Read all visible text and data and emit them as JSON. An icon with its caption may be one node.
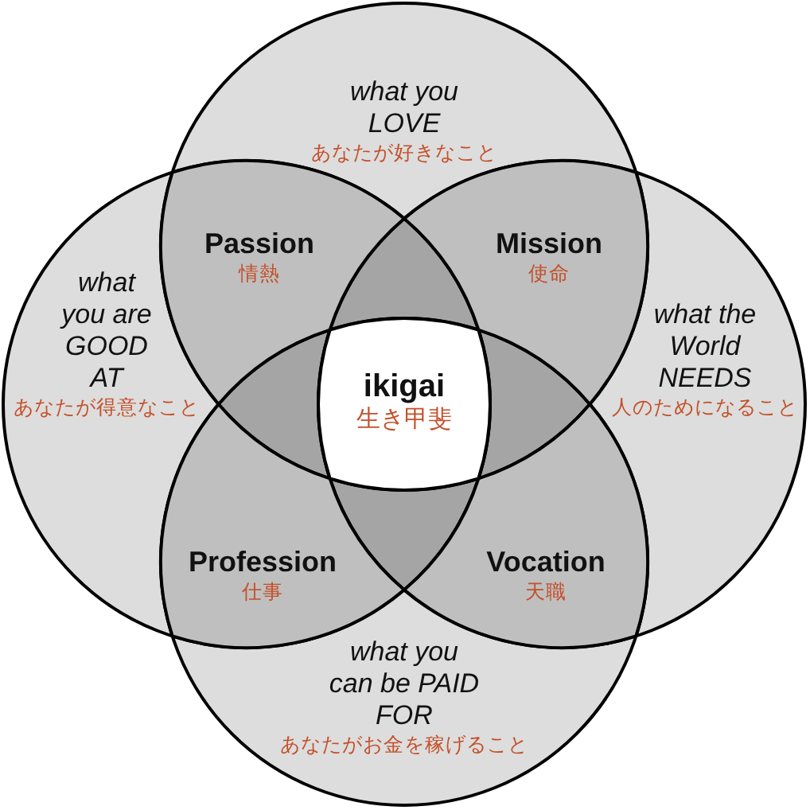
{
  "diagram": {
    "nodes": [
      {
        "text": [
          "what you LOVE",
          "あなたが好きなこと"
        ]
      },
      {
        "text": [
          "Passion",
          "情熱"
        ]
      },
      {
        "text": [
          "Mission",
          "使命"
        ]
      },
      {
        "text": [
          "what you are GOOD AT",
          "あなたが得意なこと"
        ]
      },
      {
        "text": [
          "ikigai",
          "生き甲斐"
        ]
      },
      {
        "text": [
          "what the World NEEDS",
          "人のためになること"
        ]
      },
      {
        "text": [
          "Profession",
          "仕事"
        ]
      },
      {
        "text": [
          "Vocation",
          "天職"
        ]
      },
      {
        "text": [
          "what you can be PAID FOR",
          "あなたがお金を稼げること"
        ]
      }
    ]
  }
}
